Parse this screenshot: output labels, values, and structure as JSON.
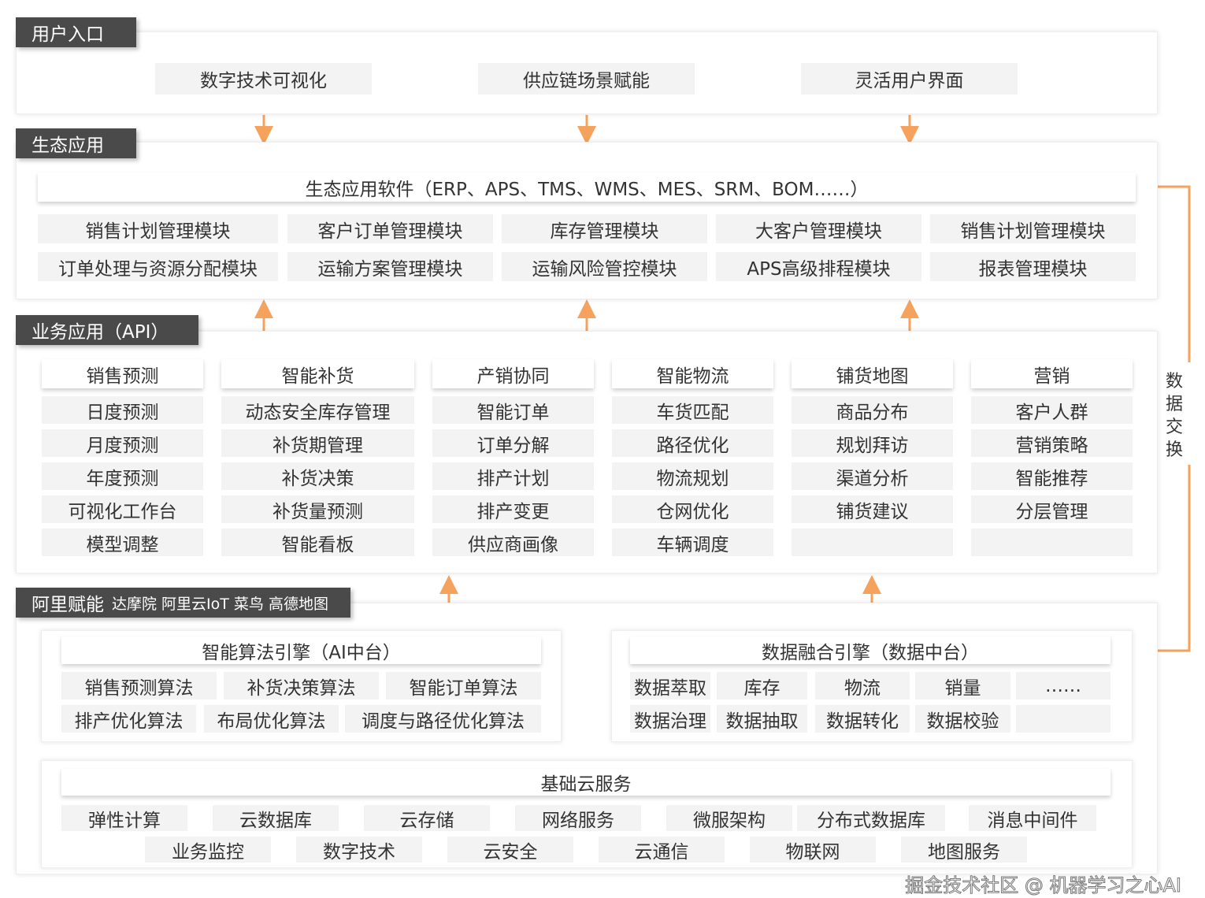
{
  "colors": {
    "label_bg": "#4a4a4a",
    "arrow": "#f5a25d",
    "cell_bg": "#f3f3f3"
  },
  "user_entry": {
    "label": "用户入口",
    "items": [
      "数字技术可视化",
      "供应链场景赋能",
      "灵活用户界面"
    ]
  },
  "eco_apps": {
    "label": "生态应用",
    "header": "生态应用软件（ERP、APS、TMS、WMS、MES、SRM、BOM……）",
    "modules": [
      [
        "销售计划管理模块",
        "客户订单管理模块",
        "库存管理模块",
        "大客户管理模块",
        "销售计划管理模块"
      ],
      [
        "订单处理与资源分配模块",
        "运输方案管理模块",
        "运输风险管控模块",
        "APS高级排程模块",
        "报表管理模块"
      ]
    ]
  },
  "business_apps": {
    "label": "业务应用（API）",
    "columns": [
      {
        "title": "销售预测",
        "items": [
          "日度预测",
          "月度预测",
          "年度预测",
          "可视化工作台",
          "模型调整"
        ]
      },
      {
        "title": "智能补货",
        "items": [
          "动态安全库存管理",
          "补货期管理",
          "补货决策",
          "补货量预测",
          "智能看板"
        ]
      },
      {
        "title": "产销协同",
        "items": [
          "智能订单",
          "订单分解",
          "排产计划",
          "排产变更",
          "供应商画像"
        ]
      },
      {
        "title": "智能物流",
        "items": [
          "车货匹配",
          "路径优化",
          "物流规划",
          "仓网优化",
          "车辆调度"
        ]
      },
      {
        "title": "铺货地图",
        "items": [
          "商品分布",
          "规划拜访",
          "渠道分析",
          "铺货建议",
          ""
        ]
      },
      {
        "title": "营销",
        "items": [
          "客户人群",
          "营销策略",
          "智能推荐",
          "分层管理",
          ""
        ]
      }
    ]
  },
  "data_exchange": "数据交换",
  "ali": {
    "label": "阿里赋能",
    "partners": "达摩院 阿里云IoT 菜鸟 高德地图",
    "ai": {
      "header": "智能算法引擎（AI中台）",
      "row1": [
        "销售预测算法",
        "补货决策算法",
        "智能订单算法"
      ],
      "row2": [
        "排产优化算法",
        "布局优化算法",
        "调度与路径优化算法"
      ]
    },
    "data": {
      "header": "数据融合引擎（数据中台）",
      "row1": [
        "数据萃取",
        "库存",
        "物流",
        "销量",
        "……"
      ],
      "row2": [
        "数据治理",
        "数据抽取",
        "数据转化",
        "数据校验",
        ""
      ]
    },
    "cloud": {
      "header": "基础云服务",
      "row1": [
        "弹性计算",
        "云数据库",
        "云存储",
        "网络服务",
        "微服架构",
        "分布式数据库",
        "消息中间件"
      ],
      "row2": [
        "业务监控",
        "数字技术",
        "云安全",
        "云通信",
        "物联网",
        "地图服务"
      ]
    }
  },
  "watermark": "掘金技术社区 @ 机器学习之心AI"
}
